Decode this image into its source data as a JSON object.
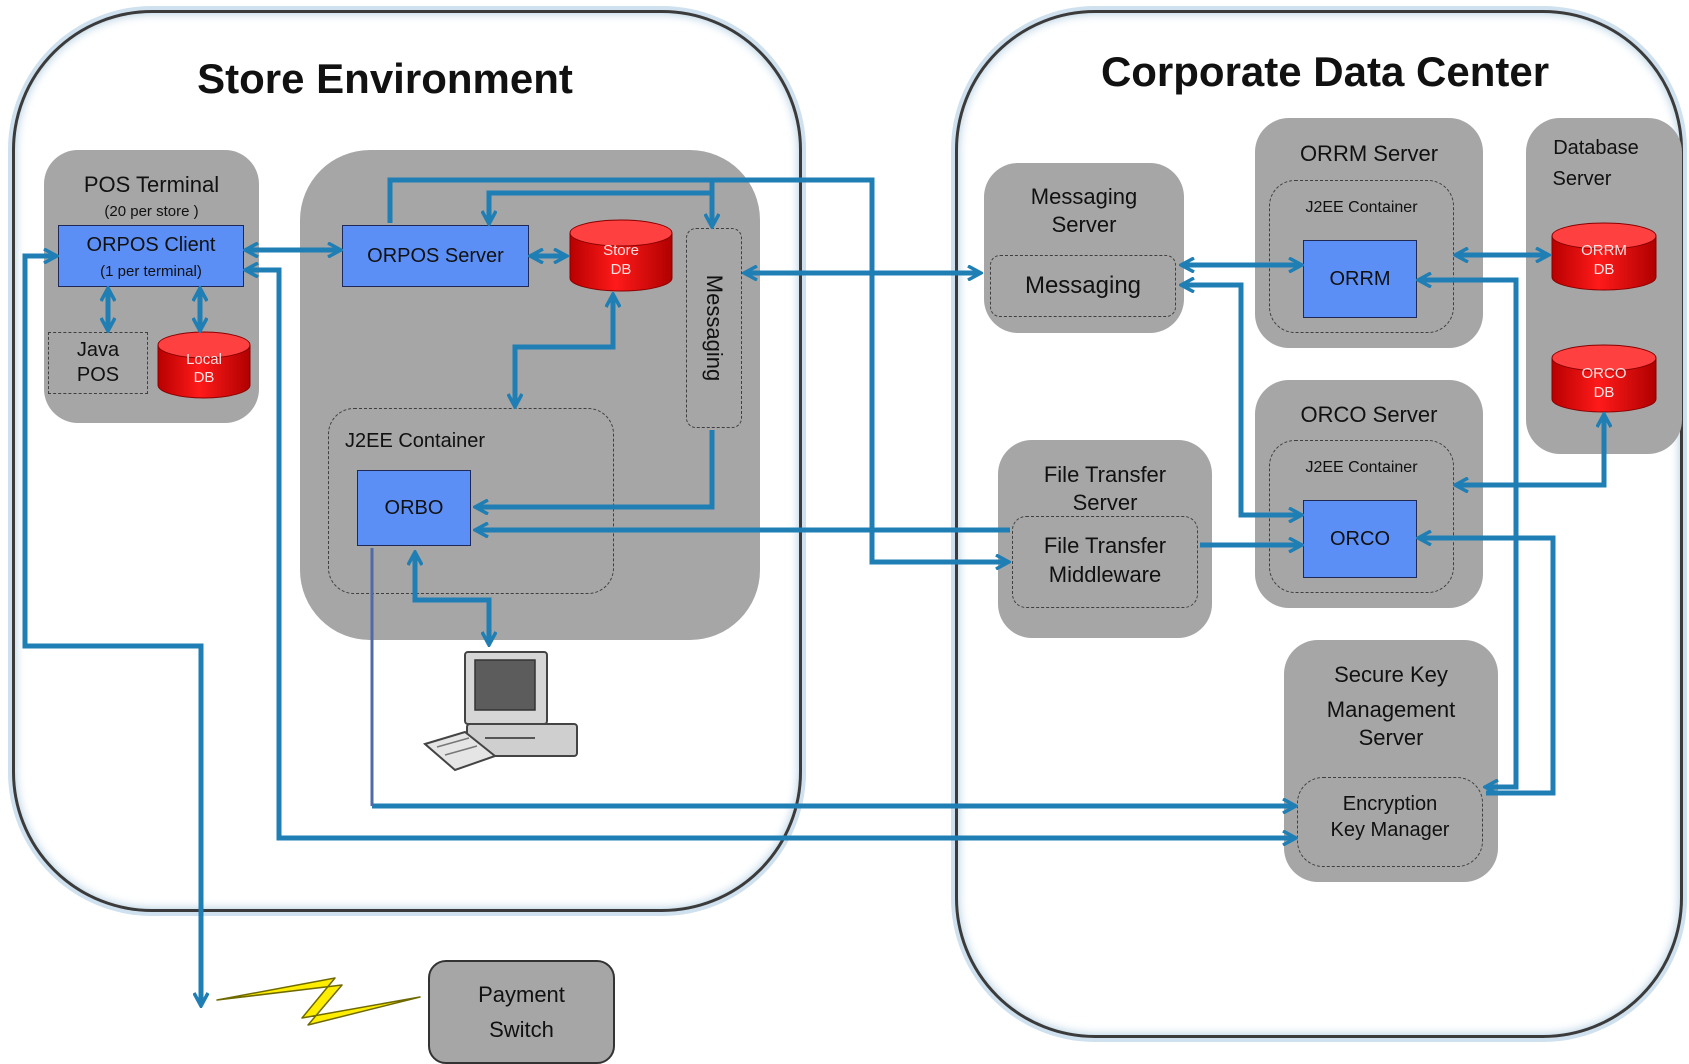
{
  "diagram": {
    "store": {
      "title": "Store Environment",
      "pos_terminal": {
        "title": "POS Terminal",
        "subtitle": "(20 per store )"
      },
      "orpos_client": {
        "line1": "ORPOS Client",
        "line2": "(1 per terminal)"
      },
      "java_pos": {
        "line1": "Java",
        "line2": "POS"
      },
      "local_db": {
        "line1": "Local",
        "line2": "DB"
      },
      "orpos_server": "ORPOS Server",
      "store_db": {
        "line1": "Store",
        "line2": "DB"
      },
      "messaging": "Messaging",
      "j2ee_container": "J2EE Container",
      "orbo": "ORBO"
    },
    "payment_switch": {
      "line1": "Payment",
      "line2": "Switch"
    },
    "corporate": {
      "title": "Corporate Data Center",
      "messaging_server": {
        "line1": "Messaging",
        "line2": "Server",
        "inner": "Messaging"
      },
      "file_transfer_server": {
        "line1": "File Transfer",
        "line2": "Server",
        "inner1": "File Transfer",
        "inner2": "Middleware"
      },
      "orrm_server": {
        "title": "ORRM Server",
        "container": "J2EE Container",
        "app": "ORRM"
      },
      "orco_server": {
        "title": "ORCO Server",
        "container": "J2EE Container",
        "app": "ORCO"
      },
      "database_server": {
        "line1": "Database",
        "line2": "Server"
      },
      "orrm_db": {
        "line1": "ORRM",
        "line2": "DB"
      },
      "orco_db": {
        "line1": "ORCO",
        "line2": "DB"
      },
      "secure_key": {
        "line1": "Secure Key",
        "line2": "Management",
        "line3": "Server",
        "inner1": "Encryption",
        "inner2": "Key Manager"
      }
    },
    "colors": {
      "connector": "#1f7fb4",
      "box_fill": "#a6a6a6",
      "app_fill": "#5c8ff5",
      "db_fill": "#e00000"
    }
  }
}
